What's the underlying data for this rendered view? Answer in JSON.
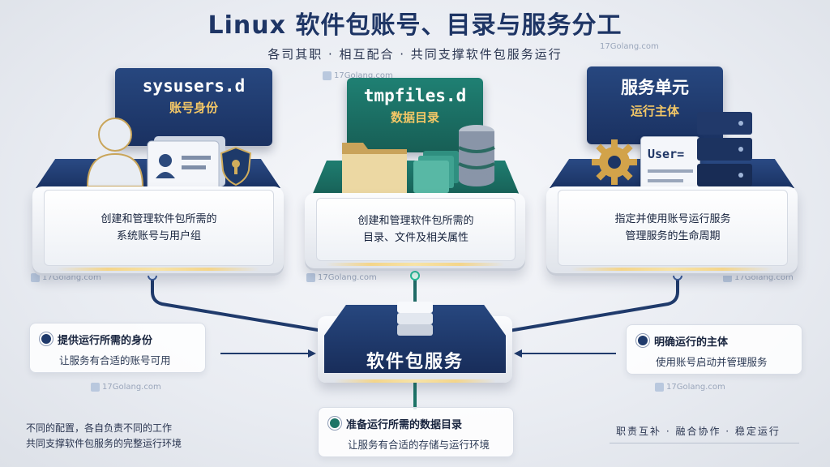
{
  "title": "Linux 软件包账号、目录与服务分工",
  "subtitle": "各司其职 · 相互配合 · 共同支撑软件包服务运行",
  "watermark": "17Golang.com",
  "colors": {
    "navy": "#1f3a6b",
    "teal": "#1d7467",
    "accent_green": "#27c19a"
  },
  "modules": [
    {
      "name": "sysusers.d",
      "label": "账号身份",
      "desc_line1": "创建和管理软件包所需的",
      "desc_line2": "系统账号与用户组"
    },
    {
      "name": "tmpfiles.d",
      "label": "数据目录",
      "desc_line1": "创建和管理软件包所需的",
      "desc_line2": "目录、文件及相关属性"
    },
    {
      "name": "服务单元",
      "label": "运行主体",
      "card_text": "User=",
      "desc_line1": "指定并使用账号运行服务",
      "desc_line2": "管理服务的生命周期"
    }
  ],
  "center": {
    "label": "软件包服务"
  },
  "callouts": [
    {
      "title": "提供运行所需的身份",
      "desc": "让服务有合适的账号可用"
    },
    {
      "title": "明确运行的主体",
      "desc": "使用账号启动并管理服务"
    },
    {
      "title": "准备运行所需的数据目录",
      "desc": "让服务有合适的存储与运行环境"
    }
  ],
  "footer_left": {
    "line1": "不同的配置，各自负责不同的工作",
    "line2": "共同支撑软件包服务的完整运行环境"
  },
  "footer_right": "职责互补 · 融合协作 · 稳定运行"
}
